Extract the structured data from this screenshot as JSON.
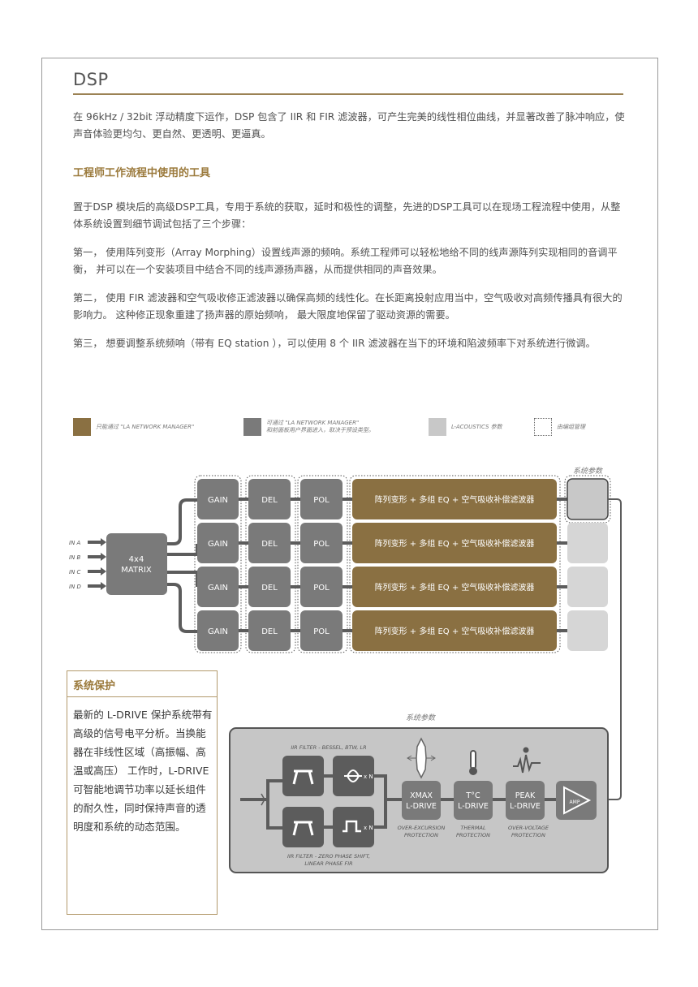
{
  "page": {
    "title": "DSP",
    "intro": "在 96kHz / 32bit 浮动精度下运作，DSP 包含了 IIR 和 FIR 滤波器，可产生完美的线性相位曲线，并显著改善了脉冲响应，使声音体验更均匀、更自然、更透明、更逼真。",
    "section_heading": "工程师工作流程中使用的工具",
    "tools_para": "置于DSP 模块后的高级DSP工具，专用于系统的获取，延时和极性的调整，先进的DSP工具可以在现场工程流程中使用，从整体系统设置到细节调试包括了三个步骤：",
    "step1": "第一，  使用阵列变形（Array Morphing）设置线声源的频响。系统工程师可以轻松地给不同的线声源阵列实现相同的音调平衡，  并可以在一个安装项目中结合不同的线声源扬声器，从而提供相同的声音效果。",
    "step2": "第二，  使用 FIR 滤波器和空气吸收修正滤波器以确保高频的线性化。在长距离投射应用当中，空气吸收对高频传播具有很大的影响力。 这种修正现象重建了扬声器的原始频响，  最大限度地保留了驱动资源的需要。",
    "step3": "第三，  想要调整系统频响（带有 EQ station ），可以使用 8 个 IIR 滤波器在当下的环境和陷波频率下对系统进行微调。"
  },
  "legend": [
    {
      "line1": "只能通过 \"LA NETWORK MANAGER\"",
      "line2": "",
      "color": "#8a7042"
    },
    {
      "line1": "可通过 \"LA NETWORK MANAGER\"",
      "line2": "和前面板用户界面进入，取决于预设类型。",
      "color": "#7a7a7a"
    },
    {
      "line1": "L-ACOUSTICS 参数",
      "line2": "",
      "color": "#c8c8c8"
    },
    {
      "line1": "由编组管理",
      "line2": "",
      "color": "dotted"
    }
  ],
  "diagram": {
    "system_params_top": "系统参数",
    "inputs": [
      "IN A",
      "IN B",
      "IN C",
      "IN D"
    ],
    "matrix_line1": "4x4",
    "matrix_line2": "MATRIX",
    "gain": "GAIN",
    "del": "DEL",
    "pol": "POL",
    "eq_label": "阵列变形 + 多组 EQ + 空气吸收补偿滤波器",
    "system_params_bottom": "系统参数",
    "iir_top": "IIR FILTER - BESSEL, BTW, LR",
    "iir_bottom_line1": "IIR FILTER - ZERO PHASE SHIFT,",
    "iir_bottom_line2": "LINEAR PHASE FIR",
    "xn": "x N",
    "xmax_line1": "XMAX",
    "xmax_line2": "L-DRIVE",
    "xmax_cap_line1": "OVER-EXCURSION",
    "xmax_cap_line2": "PROTECTION",
    "tc_line1": "T°C",
    "tc_line2": "L-DRIVE",
    "tc_cap_line1": "THERMAL",
    "tc_cap_line2": "PROTECTION",
    "peak_line1": "PEAK",
    "peak_line2": "L-DRIVE",
    "peak_cap_line1": "OVER-VOLTAGE",
    "peak_cap_line2": "PROTECTION",
    "amp": "AMP"
  },
  "protection": {
    "title": "系统保护",
    "body": "最新的 L-DRIVE 保护系统带有高级的信号电平分析。当换能器在非线性区域（高振幅、高温或高压） 工作时，L-DRIVE 可智能地调节功率以延长组件的耐久性，同时保持声音的透明度和系统的动态范围。"
  },
  "colors": {
    "gold": "#8a7042",
    "dark_gray": "#7a7a7a",
    "light_gray": "#c8c8c8",
    "block_dark": "#5c5c5c",
    "accent_text": "#9b7a3c"
  }
}
